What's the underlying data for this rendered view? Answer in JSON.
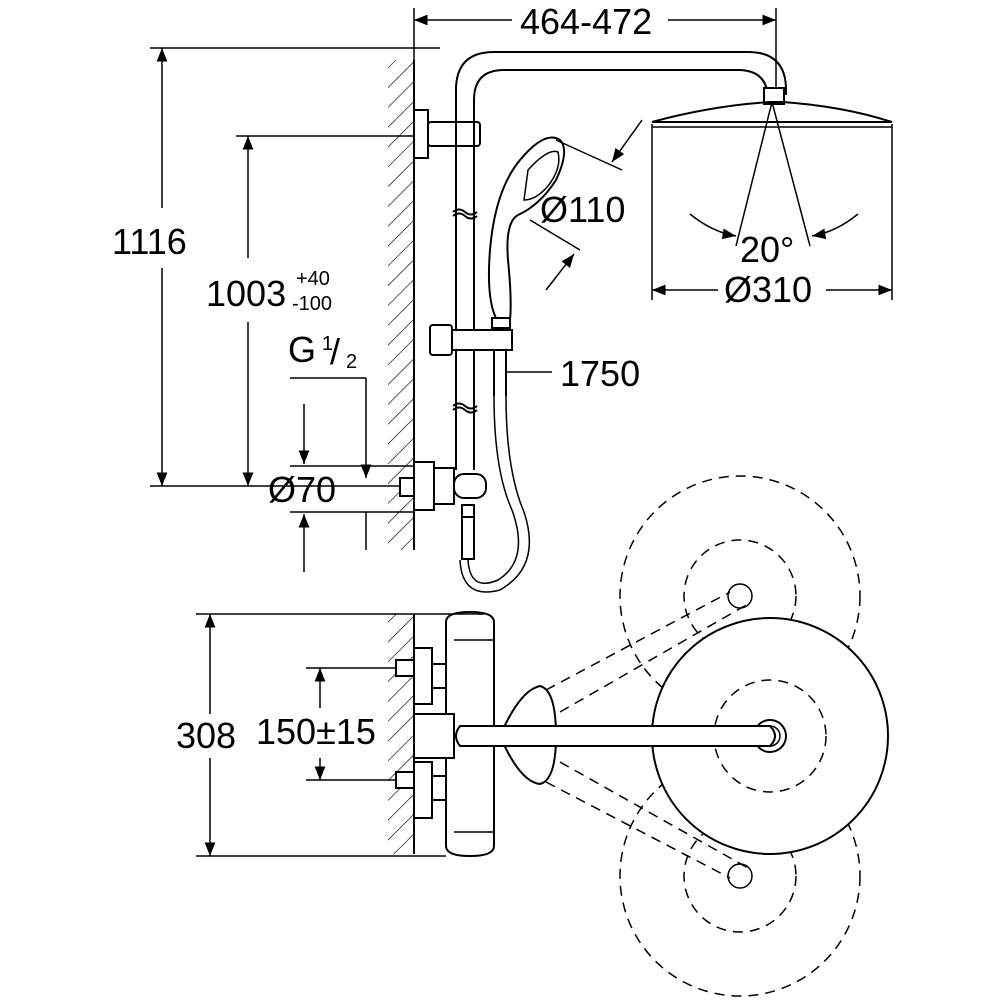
{
  "dimensions": {
    "arm_length": "464-472",
    "total_height": "1116",
    "outlet_height_main": "1003",
    "outlet_height_tol_plus": "+40",
    "outlet_height_tol_minus": "-100",
    "connection_thread_prefix": "G",
    "connection_thread_num": "1",
    "connection_thread_den": "2",
    "wall_rosette_diameter": "Ø70",
    "hand_shower_diameter": "Ø110",
    "head_shower_diameter": "Ø310",
    "spray_angle": "20°",
    "hose_length": "1750",
    "projection_depth": "308",
    "inlet_spacing": "150±15"
  }
}
